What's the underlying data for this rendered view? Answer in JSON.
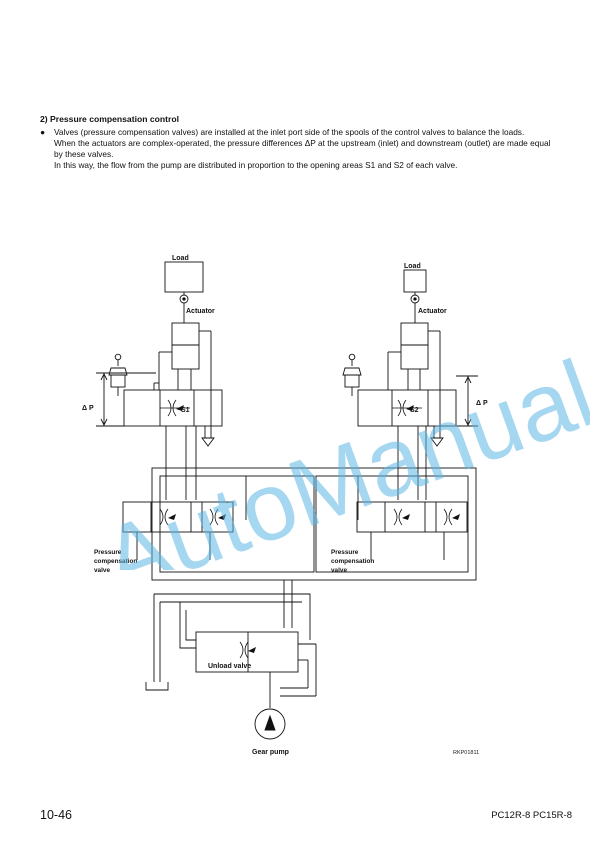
{
  "section": {
    "title": "2) Pressure compensation control"
  },
  "body": {
    "bullet": "●",
    "lines": [
      "Valves (pressure compensation valves) are installed at the inlet port side of the spools of the control valves to balance the loads.",
      "When the actuators are complex-operated, the pressure differences ΔP at the upstream (inlet) and downstream (outlet) are made equal by these valves.",
      "In this way, the flow from the pump are distributed in proportion to the opening areas S1 and S2 of each valve."
    ]
  },
  "diagram": {
    "load_left": "Load",
    "load_right": "Load",
    "actuator_left": "Actuator",
    "actuator_right": "Actuator",
    "delta_p_left": "Δ P",
    "delta_p_right": "Δ P",
    "s1": "S1",
    "s2": "S2",
    "pcv_left": [
      "Pressure",
      "compensation",
      "valve"
    ],
    "pcv_right": [
      "Pressure",
      "compensation",
      "valve"
    ],
    "unload": "Unload valve",
    "pump": "Gear pump",
    "fig_id": "RKP01811"
  },
  "footer": {
    "page": "10-46",
    "model": "PC12R-8   PC15R-8"
  },
  "watermark": {
    "text": "AutoManual",
    "color": "#5bb7e6"
  }
}
